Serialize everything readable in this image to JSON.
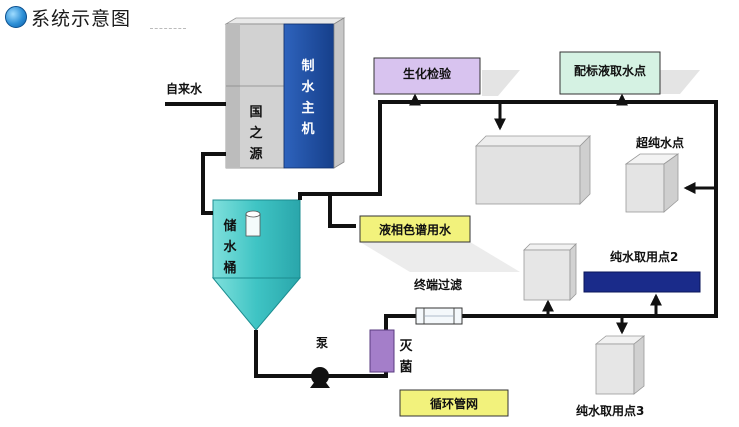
{
  "title": "系统示意图",
  "labels": {
    "tap_water": "自来水",
    "main_unit": "制水主机",
    "brand": "国之源",
    "storage_tank": "储水桶",
    "pump": "泵",
    "sterilizer": "灭菌",
    "terminal_filter": "终端过滤",
    "loop_network": "循环管网",
    "biochem_test": "生化检验",
    "reagent_point": "配标液取水点",
    "ultrapure_point": "超纯水点",
    "chromatography": "液相色谱用水",
    "pure_point_2": "纯水取用点2",
    "pure_point_3": "纯水取用点3"
  },
  "colors": {
    "pipe": "#111111",
    "main_unit_blue": "#1d4fa3",
    "tank_teal": "#3fc4c4",
    "sterilizer_purple": "#a47ec9",
    "yellow_label": "#f2f27c",
    "lavender_label": "#d8c3ef",
    "mint_label": "#d5f2e3",
    "navy_bar": "#1a2b8a"
  },
  "icons": [
    "bullet-icon",
    "arrow-icon"
  ]
}
